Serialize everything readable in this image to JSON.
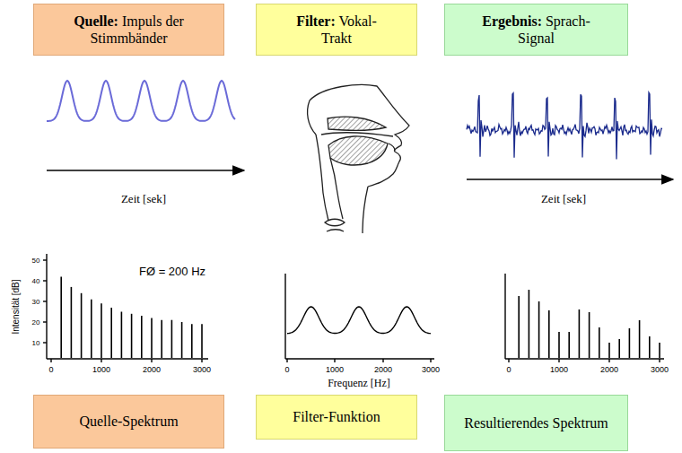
{
  "diagram": {
    "nodes": [
      {
        "text": [
          "Quelle:",
          "Impuls der Stimmbänder"
        ]
      },
      {
        "text": [
          "Filter:",
          "Vokal-Trakt"
        ]
      },
      {
        "text": [
          "Ergebnis:",
          "Sprach-Signal"
        ]
      },
      {
        "text": [
          "Quelle-Spektrum"
        ]
      },
      {
        "text": [
          "Filter-Funktion"
        ]
      },
      {
        "text": [
          "Resultierendes Spektrum"
        ]
      }
    ],
    "edges": [],
    "labels": [
      "Zeit [sek]",
      "Zeit [sek]",
      "FØ = 200 Hz",
      "Intensität [dB]",
      "50",
      "40",
      "30",
      "20",
      "10",
      "0",
      "1000",
      "2000",
      "3000",
      "0",
      "1000",
      "2000",
      "3000",
      "Frequenz [Hz]",
      "0",
      "1000",
      "2000",
      "3000"
    ]
  }
}
